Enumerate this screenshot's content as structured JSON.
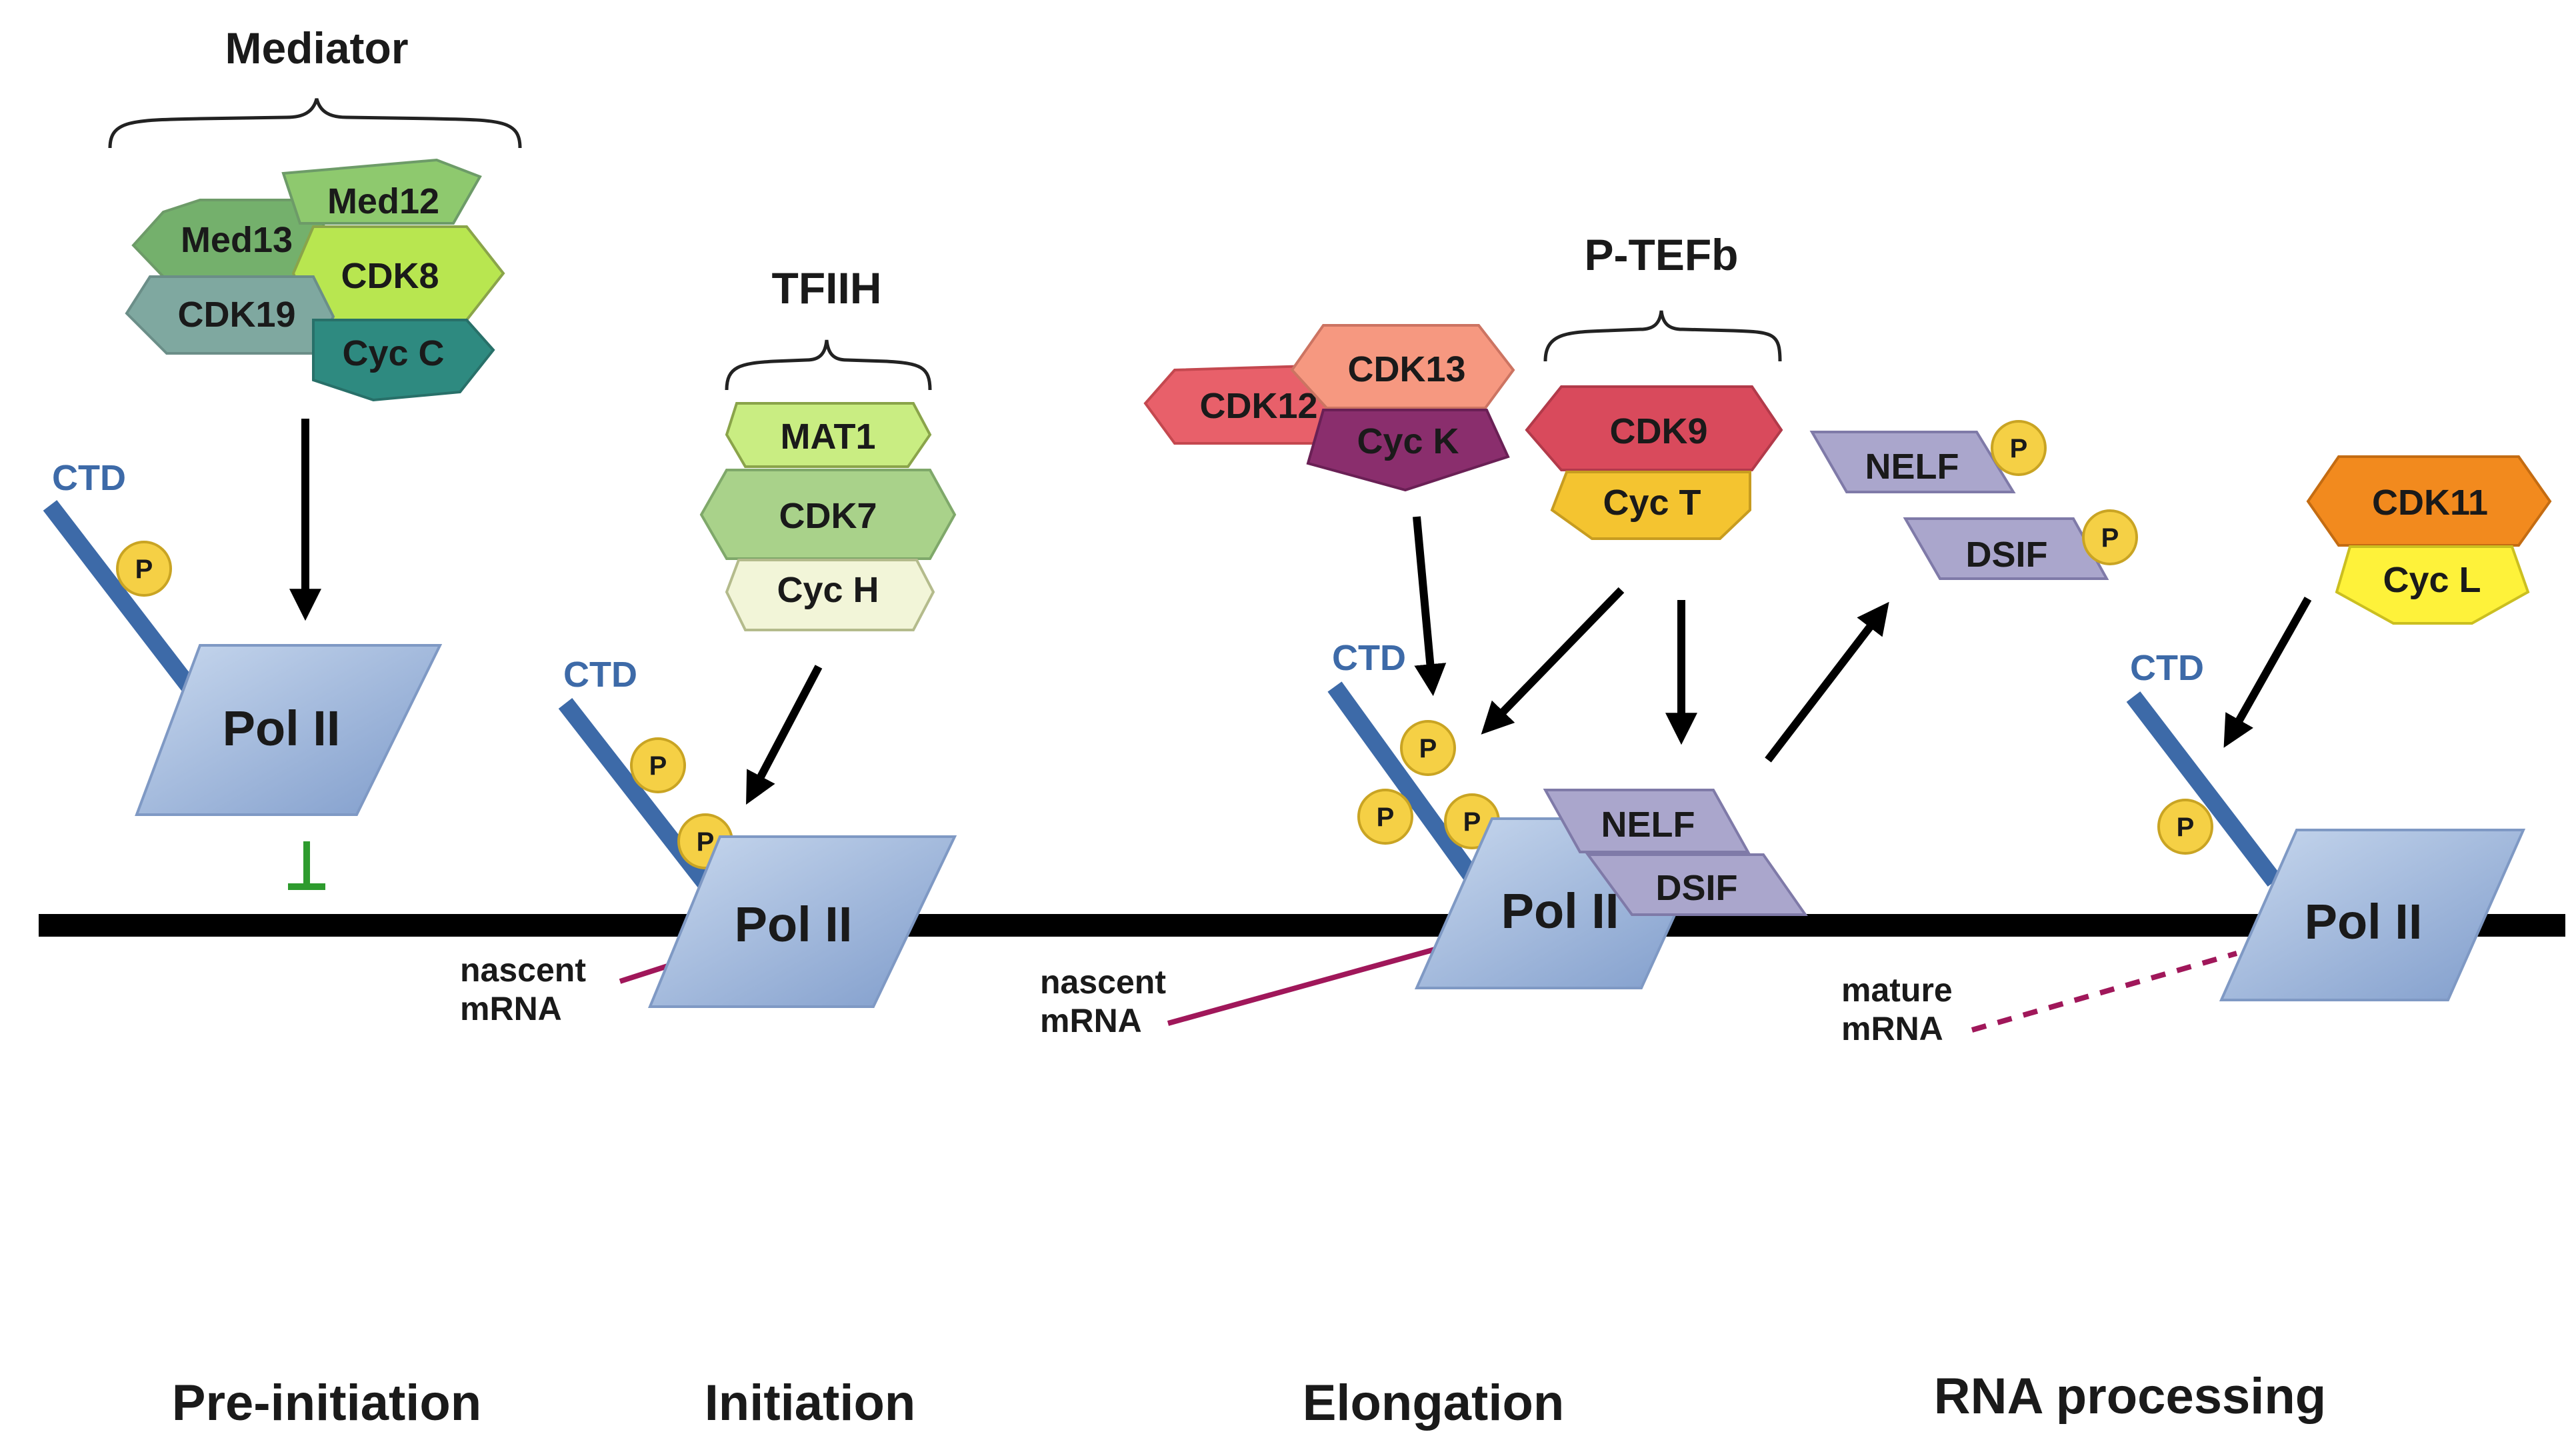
{
  "groups": {
    "mediator": "Mediator",
    "tfiih": "TFIIH",
    "ptefb": "P-TEFb"
  },
  "proteins": {
    "med13": "Med13",
    "med12": "Med12",
    "cdk8": "CDK8",
    "cdk19": "CDK19",
    "cycc": "Cyc C",
    "mat1": "MAT1",
    "cdk7": "CDK7",
    "cych": "Cyc H",
    "cdk12": "CDK12",
    "cdk13": "CDK13",
    "cyck": "Cyc K",
    "cdk9": "CDK9",
    "cyct": "Cyc T",
    "nelf": "NELF",
    "dsif": "DSIF",
    "cdk11": "CDK11",
    "cycl": "Cyc L"
  },
  "polymerase": "Pol II",
  "ctd": "CTD",
  "phospho": "P",
  "transcripts": {
    "nascent_line1": "nascent",
    "nascent_line2": "mRNA",
    "mature_line1": "mature",
    "mature_line2": "mRNA"
  },
  "stages": {
    "preinitiation": "Pre-initiation",
    "initiation": "Initiation",
    "elongation": "Elongation",
    "processing": "RNA processing"
  },
  "colors": {
    "ctd_blue": "#3d6aa8",
    "pol_fill": "#9fb9dc",
    "phospho": "#f5d045",
    "mrna": "#a0175a",
    "dna": "#000000",
    "inhibit": "#2e9b2e"
  }
}
